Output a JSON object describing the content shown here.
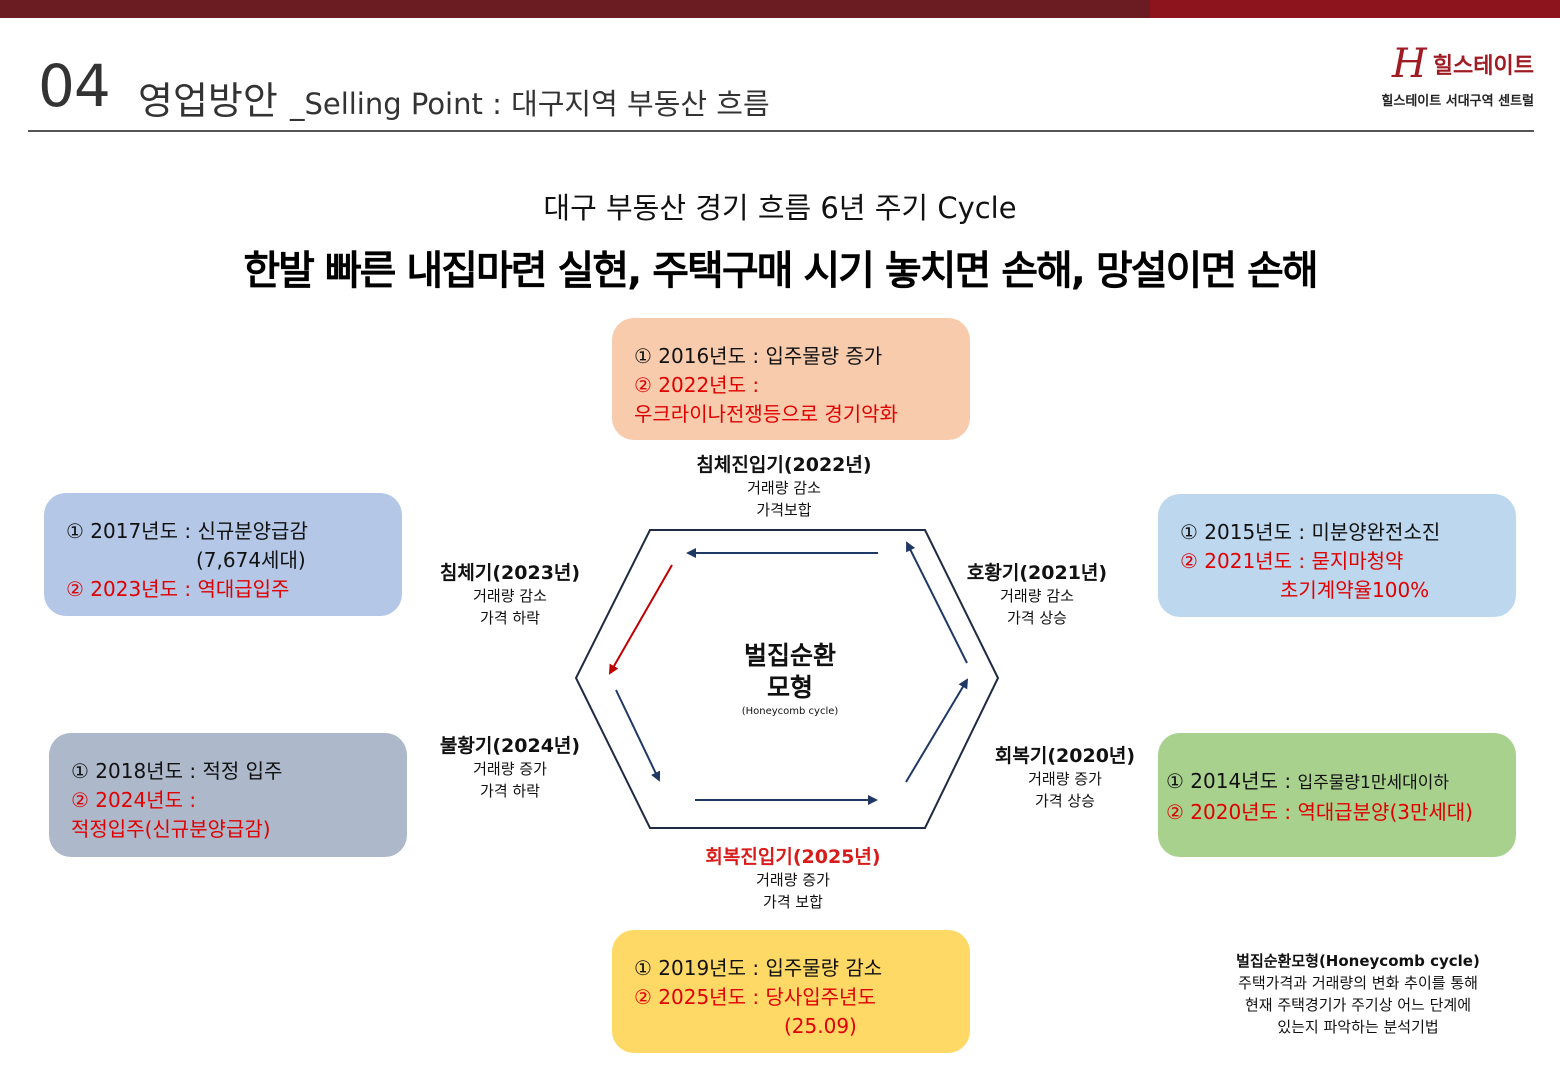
{
  "header": {
    "number": "04",
    "title": "영업방안",
    "subtitle": "_Selling Point : 대구지역 부동산 흐름",
    "logo_name": "힐스테이트",
    "logo_sub": "힐스테이트 서대구역 센트럴"
  },
  "subtitle": "대구 부동산 경기 흐름 6년 주기 Cycle",
  "headline": "한발 빠른 내집마련 실현,  주택구매 시기 놓치면 손해, 망설이면 손해",
  "center": {
    "title_line1": "벌집순환",
    "title_line2": "모형",
    "subtitle": "(Honeycomb cycle)"
  },
  "phases": {
    "top": {
      "name": "침체진입기(2022년)",
      "desc1": "거래량 감소",
      "desc2": "가격보합"
    },
    "upper_left": {
      "name": "침체기(2023년)",
      "desc1": "거래량 감소",
      "desc2": "가격 하락"
    },
    "upper_right": {
      "name": "호황기(2021년)",
      "desc1": "거래량 감소",
      "desc2": "가격 상승"
    },
    "lower_left": {
      "name": "불황기(2024년)",
      "desc1": "거래량 증가",
      "desc2": "가격 하락"
    },
    "lower_right": {
      "name": "회복기(2020년)",
      "desc1": "거래량 증가",
      "desc2": "가격 상승"
    },
    "bottom": {
      "name": "회복진입기(2025년)",
      "desc1": "거래량 증가",
      "desc2": "가격 보합"
    }
  },
  "boxes": {
    "top": {
      "line1": "① 2016년도 : 입주물량 증가",
      "line2": "② 2022년도 :",
      "line3": "우크라이나전쟁등으로 경기악화"
    },
    "upper_left": {
      "line1": "① 2017년도 : 신규분양급감",
      "line2": "(7,674세대)",
      "line3": "② 2023년도 : 역대급입주"
    },
    "upper_right": {
      "line1": "① 2015년도 : 미분양완전소진",
      "line2": "② 2021년도 : 묻지마청약",
      "line3": "초기계약율100%"
    },
    "lower_left": {
      "line1": "① 2018년도 : 적정 입주",
      "line2": "② 2024년도 :",
      "line3": "적정입주(신규분양급감)"
    },
    "lower_right": {
      "line1a": "① 2014년도 : ",
      "line1b": "입주물량1만세대이하",
      "line2": "② 2020년도 : 역대급분양(3만세대)"
    },
    "bottom": {
      "line1": "① 2019년도 : 입주물량 감소",
      "line2": "② 2025년도 : 당사입주년도",
      "line3": "(25.09)"
    }
  },
  "note": {
    "title": "벌집순환모형(Honeycomb cycle)",
    "line1": "주택가격과 거래량의 변화 추이를 통해",
    "line2": "현재 주택경기가 주기상 어느 단계에",
    "line3": "있는지 파악하는 분석기법"
  },
  "colors": {
    "top_bar": "#6b1b22",
    "box_top": "#f8cbad",
    "box_upper_left": "#b4c7e7",
    "box_upper_right": "#bdd7ee",
    "box_lower_left": "#adb9ca",
    "box_lower_right": "#a9d18e",
    "box_bottom": "#ffd966",
    "highlight_red": "#e00000",
    "arrow_navy": "#1f3864",
    "arrow_red": "#c00000"
  }
}
